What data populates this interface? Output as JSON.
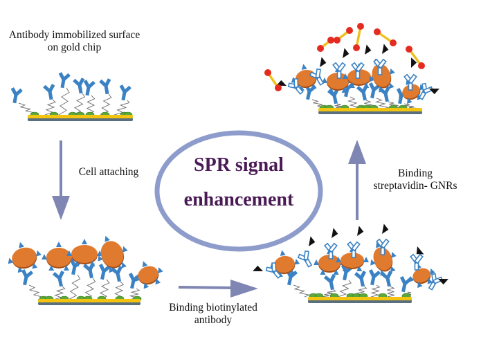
{
  "diagram": {
    "title_line1": "SPR signal",
    "title_line2": "enhancement",
    "steps": [
      {
        "id": "antibody-surface",
        "label_line1": "Antibody immobilized surface",
        "label_line2": "on gold chip"
      },
      {
        "id": "cell-attaching",
        "label_line1": "Cell attaching",
        "label_line2": ""
      },
      {
        "id": "binding-biotinylated",
        "label_line1": "Binding biotinylated",
        "label_line2": "antibody"
      },
      {
        "id": "binding-streptavidin",
        "label_line1": "Binding",
        "label_line2": "streptavidin- GNRs"
      }
    ],
    "colors": {
      "title": "#4a1a55",
      "ellipse": "#8e9ccc",
      "arrow": "#7f86b3",
      "antibody": "#3b82c4",
      "gold": "#f2c40f",
      "chip_base": "#5a6f7d",
      "cell": "#e07a2e",
      "marker": "#5aa83a",
      "gnr": "#f0c020",
      "gnr_end": "#e52b1f",
      "biotin": "#111111"
    }
  }
}
